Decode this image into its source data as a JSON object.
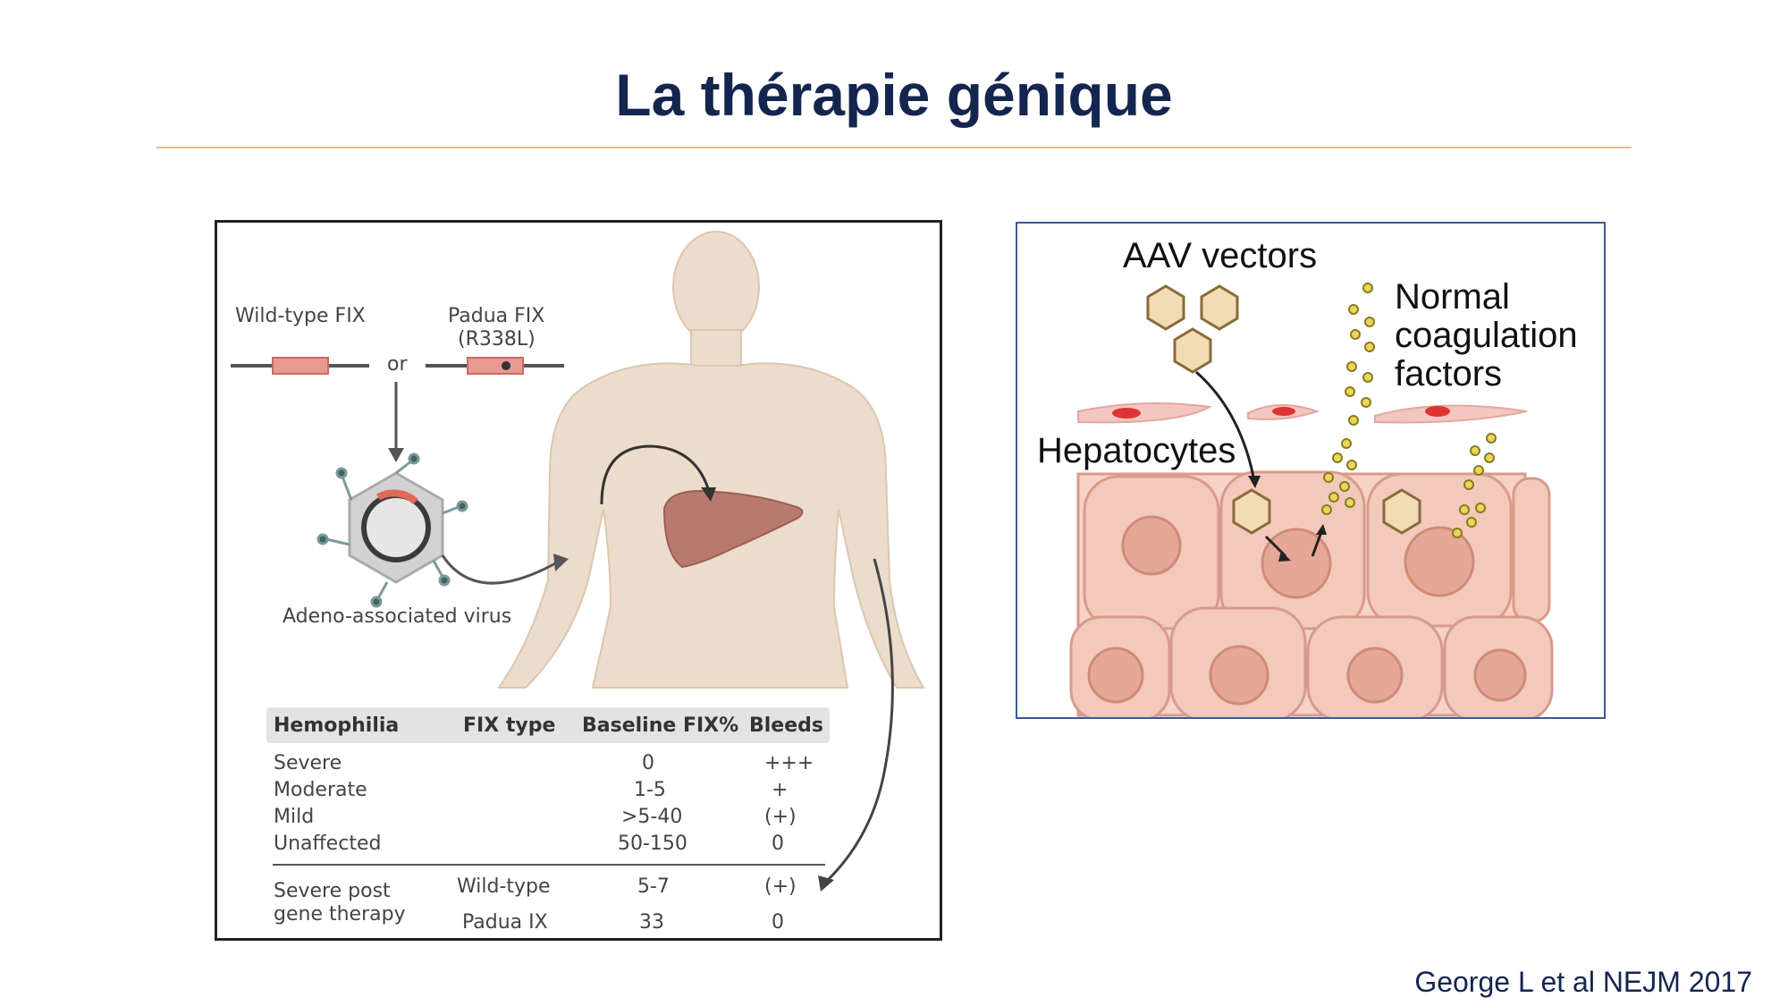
{
  "slide": {
    "title": "La thérapie génique",
    "citation": "George L et al NEJM 2017"
  },
  "left_figure": {
    "wild_type_label": "Wild-type FIX",
    "padua_label": "Padua FIX",
    "padua_mutation": "(R338L)",
    "or_label": "or",
    "virus_label": "Adeno-associated virus",
    "table": {
      "headers": [
        "Hemophilia",
        "FIX type",
        "Baseline FIX%",
        "Bleeds"
      ],
      "rows": [
        {
          "hemophilia": "Severe",
          "fix_type": "",
          "baseline": "0",
          "bleeds": "+++"
        },
        {
          "hemophilia": "Moderate",
          "fix_type": "",
          "baseline": "1-5",
          "bleeds": "+"
        },
        {
          "hemophilia": "Mild",
          "fix_type": "",
          "baseline": ">5-40",
          "bleeds": "(+)"
        },
        {
          "hemophilia": "Unaffected",
          "fix_type": "",
          "baseline": "50-150",
          "bleeds": "0"
        }
      ],
      "post_label_line1": "Severe post",
      "post_label_line2": "gene therapy",
      "post_rows": [
        {
          "fix_type": "Wild-type",
          "baseline": "5-7",
          "bleeds": "(+)"
        },
        {
          "fix_type": "Padua IX",
          "baseline": "33",
          "bleeds": "0"
        }
      ]
    }
  },
  "right_figure": {
    "aav_label": "AAV vectors",
    "factors_line1": "Normal",
    "factors_line2": "coagulation",
    "factors_line3": "factors",
    "hepatocytes_label": "Hepatocytes"
  }
}
